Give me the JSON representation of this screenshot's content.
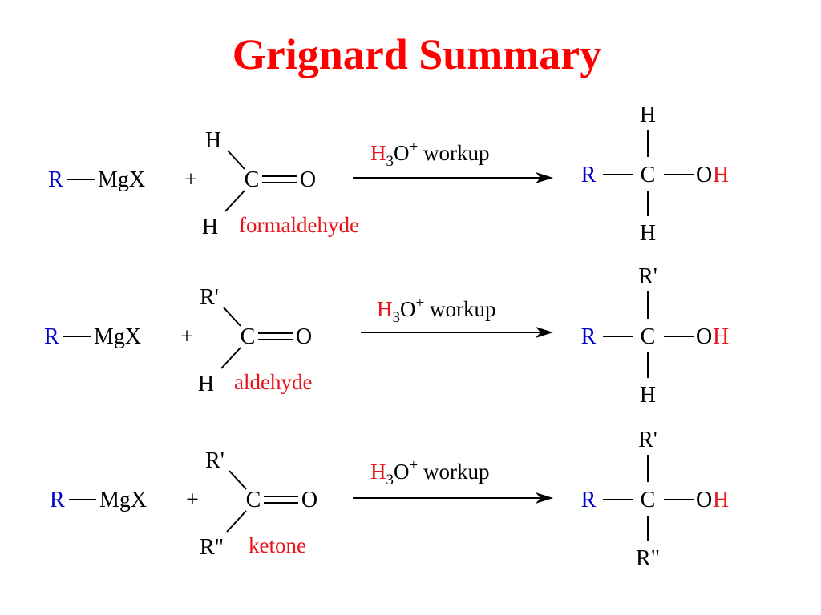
{
  "title": "Grignard Summary",
  "colors": {
    "title": "#ff0000",
    "r_group": "#0000cc",
    "accent": "#e8141b",
    "text": "#000000"
  },
  "reactions": [
    {
      "reagent": {
        "r": "R",
        "mgx": "MgX"
      },
      "plus": "+",
      "carbonyl": {
        "top": "H",
        "bottom": "H",
        "carbon": "C",
        "oxygen": "O",
        "label": "formaldehyde"
      },
      "conditions": {
        "h": "H",
        "sub": "3",
        "o": "O",
        "sup": "+",
        "rest": " workup"
      },
      "product": {
        "top": "H",
        "bottom": "H",
        "r": "R",
        "carbon": "C",
        "o": "O",
        "h": "H"
      }
    },
    {
      "reagent": {
        "r": "R",
        "mgx": "MgX"
      },
      "plus": "+",
      "carbonyl": {
        "top": "R'",
        "bottom": "H",
        "carbon": "C",
        "oxygen": "O",
        "label": "aldehyde"
      },
      "conditions": {
        "h": "H",
        "sub": "3",
        "o": "O",
        "sup": "+",
        "rest": " workup"
      },
      "product": {
        "top": "R'",
        "bottom": "H",
        "r": "R",
        "carbon": "C",
        "o": "O",
        "h": "H"
      }
    },
    {
      "reagent": {
        "r": "R",
        "mgx": "MgX"
      },
      "plus": "+",
      "carbonyl": {
        "top": "R'",
        "bottom": "R\"",
        "carbon": "C",
        "oxygen": "O",
        "label": "ketone"
      },
      "conditions": {
        "h": "H",
        "sub": "3",
        "o": "O",
        "sup": "+",
        "rest": " workup"
      },
      "product": {
        "top": "R'",
        "bottom": "R\"",
        "r": "R",
        "carbon": "C",
        "o": "O",
        "h": "H"
      }
    }
  ]
}
